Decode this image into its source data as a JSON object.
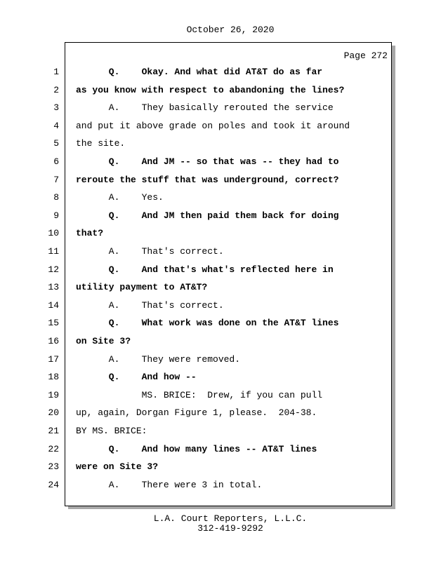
{
  "header_date": "October 26, 2020",
  "page_label": "Page 272",
  "lines": [
    {
      "n": "1",
      "t": "      Q.    Okay. And what did AT&T do as far",
      "bold": true
    },
    {
      "n": "2",
      "t": "as you know with respect to abandoning the lines?",
      "bold": true
    },
    {
      "n": "3",
      "t": "      A.    They basically rerouted the service",
      "bold": false
    },
    {
      "n": "4",
      "t": "and put it above grade on poles and took it around",
      "bold": false
    },
    {
      "n": "5",
      "t": "the site.",
      "bold": false
    },
    {
      "n": "6",
      "t": "      Q.    And JM -- so that was -- they had to",
      "bold": true
    },
    {
      "n": "7",
      "t": "reroute the stuff that was underground, correct?",
      "bold": true
    },
    {
      "n": "8",
      "t": "      A.    Yes.",
      "bold": false
    },
    {
      "n": "9",
      "t": "      Q.    And JM then paid them back for doing",
      "bold": true
    },
    {
      "n": "10",
      "t": "that?",
      "bold": true
    },
    {
      "n": "11",
      "t": "      A.    That's correct.",
      "bold": false
    },
    {
      "n": "12",
      "t": "      Q.    And that's what's reflected here in",
      "bold": true
    },
    {
      "n": "13",
      "t": "utility payment to AT&T?",
      "bold": true
    },
    {
      "n": "14",
      "t": "      A.    That's correct.",
      "bold": false
    },
    {
      "n": "15",
      "t": "      Q.    What work was done on the AT&T lines",
      "bold": true
    },
    {
      "n": "16",
      "t": "on Site 3?",
      "bold": true
    },
    {
      "n": "17",
      "t": "      A.    They were removed.",
      "bold": false
    },
    {
      "n": "18",
      "t": "      Q.    And how --",
      "bold": true
    },
    {
      "n": "19",
      "t": "            MS. BRICE:  Drew, if you can pull",
      "bold": false
    },
    {
      "n": "20",
      "t": "up, again, Dorgan Figure 1, please.  204-38.",
      "bold": false
    },
    {
      "n": "21",
      "t": "BY MS. BRICE:",
      "bold": false
    },
    {
      "n": "22",
      "t": "      Q.    And how many lines -- AT&T lines",
      "bold": true
    },
    {
      "n": "23",
      "t": "were on Site 3?",
      "bold": true
    },
    {
      "n": "24",
      "t": "      A.    There were 3 in total.",
      "bold": false
    }
  ],
  "footer": {
    "company": "L.A. Court Reporters, L.L.C.",
    "phone": "312-419-9292"
  }
}
